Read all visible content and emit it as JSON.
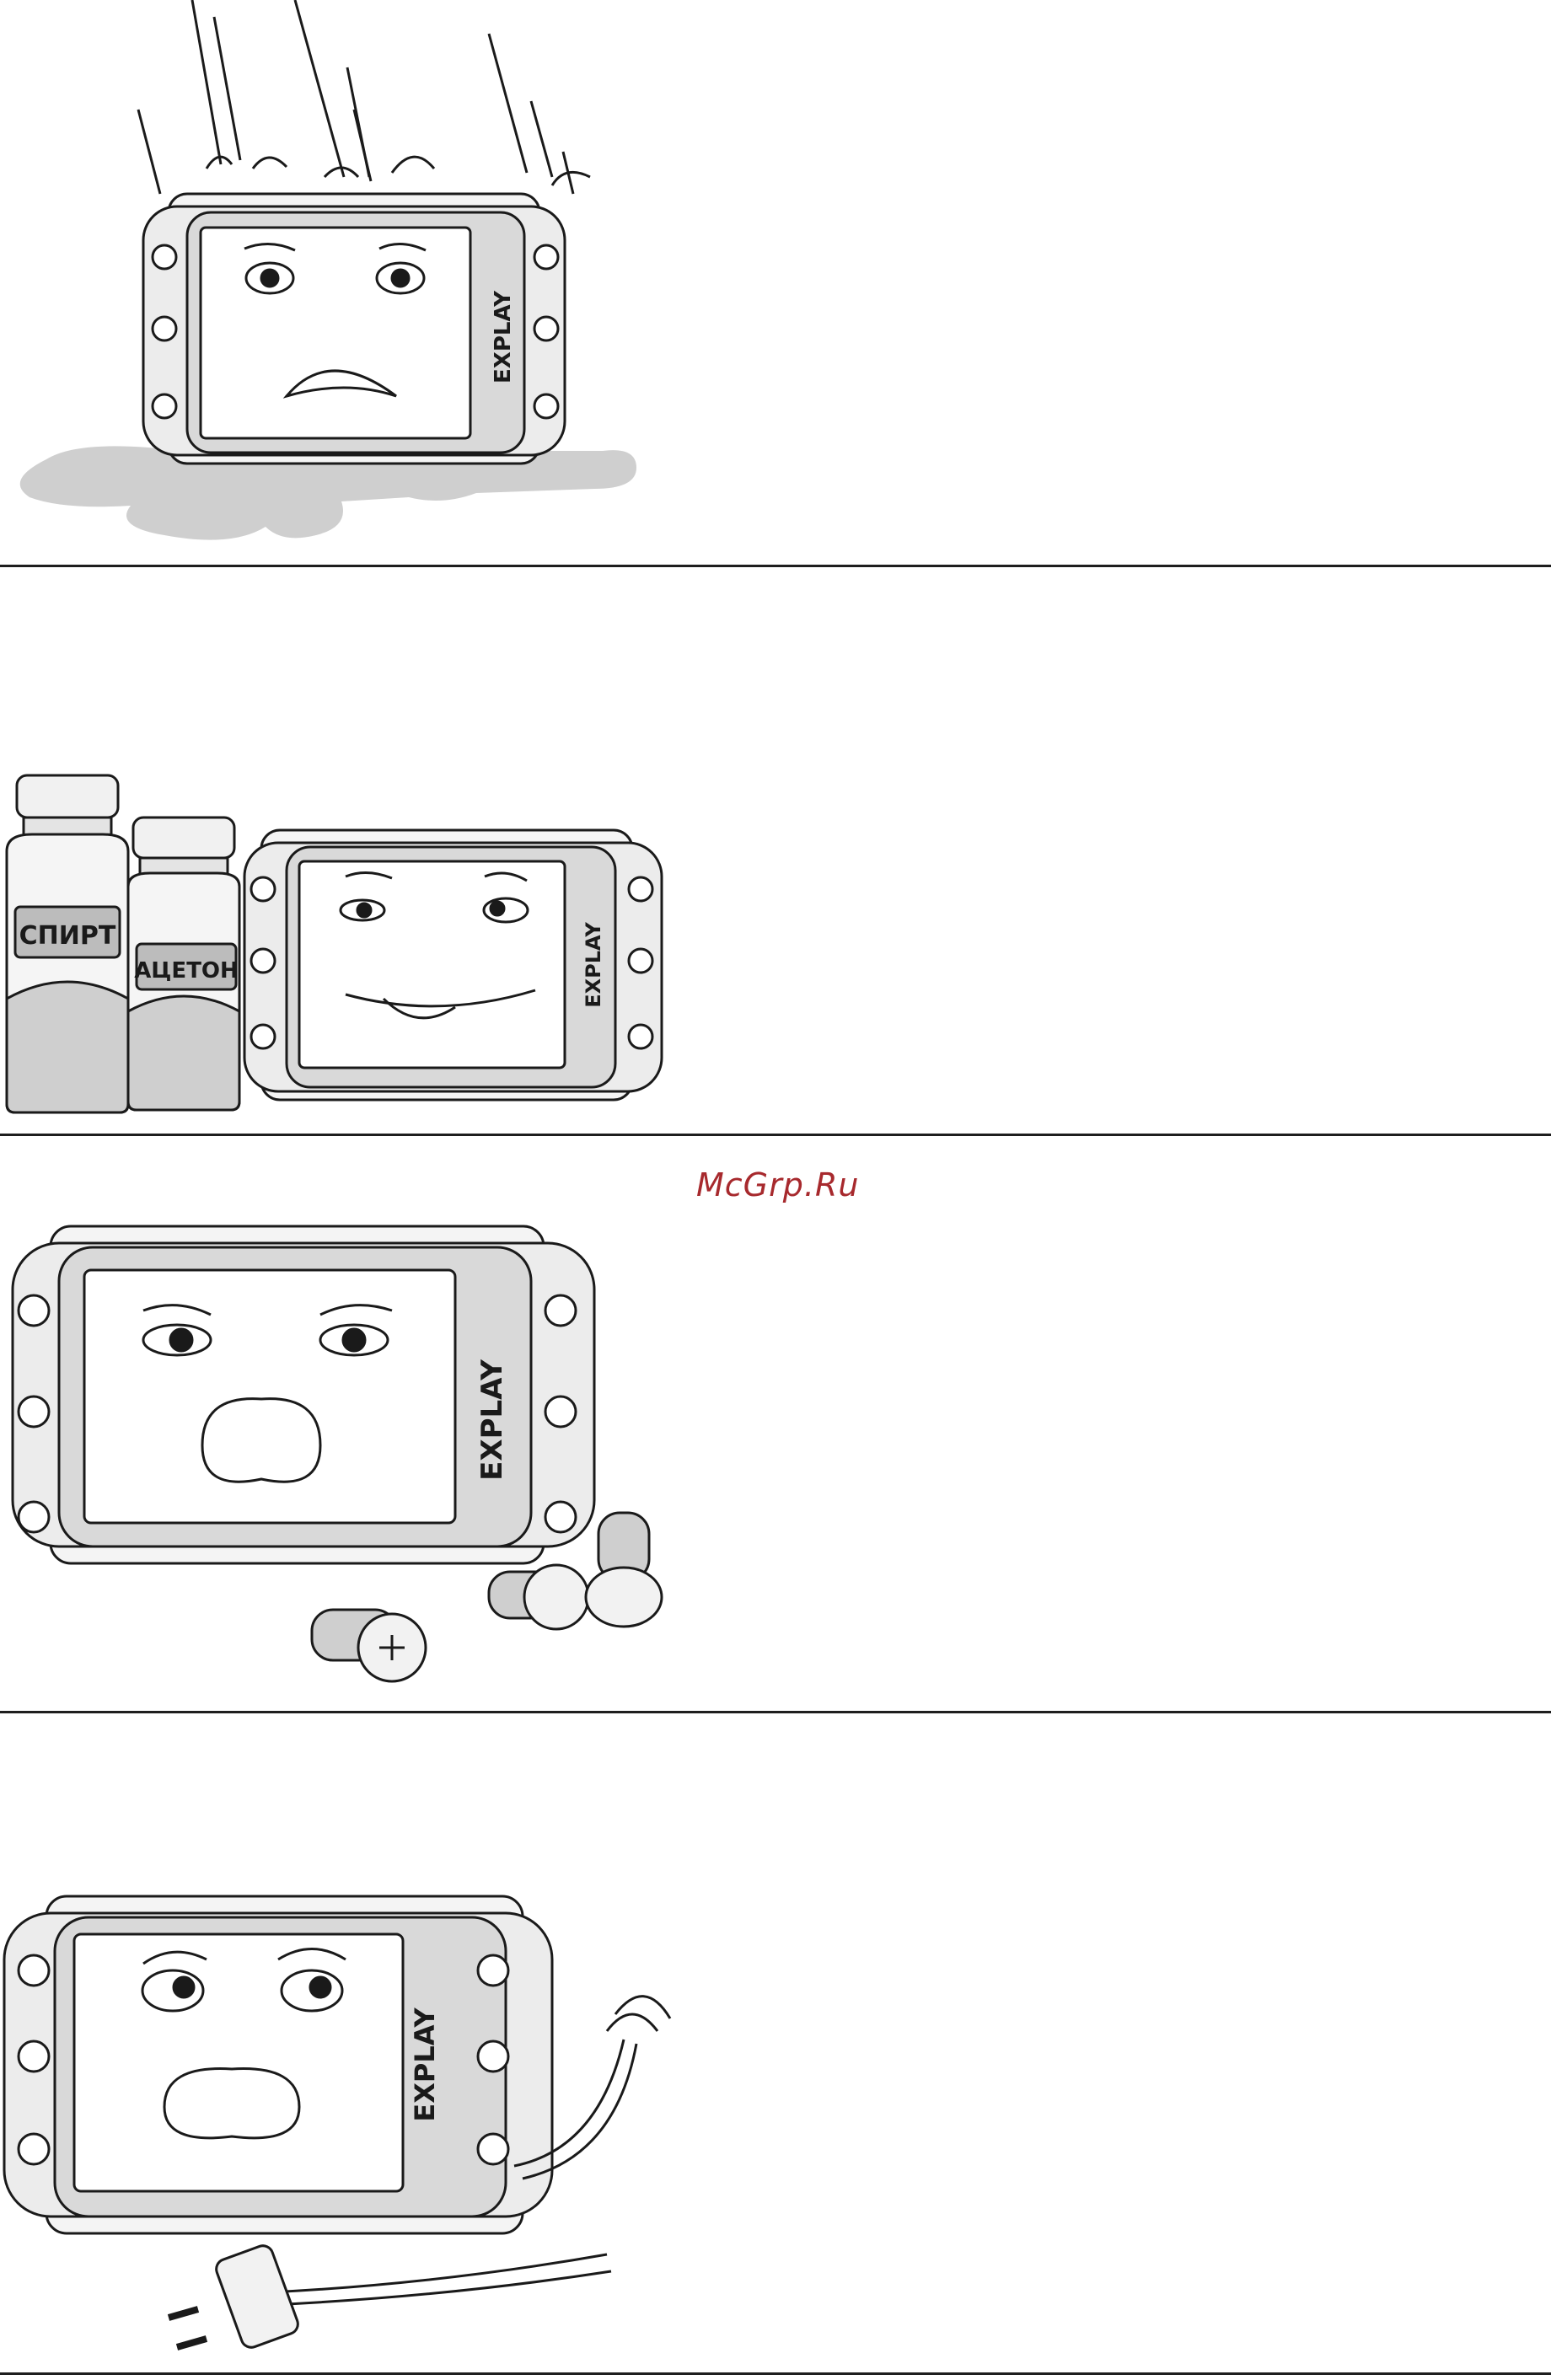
{
  "watermark": "McGrp.Ru",
  "device_brand": "EXPLAY",
  "bottles": {
    "left_label": "СПИРТ",
    "right_label": "АЦЕТОН"
  },
  "icons": [
    "rain-drops-icon",
    "puddle-icon",
    "bottle-icon",
    "screw-icon",
    "power-plug-icon",
    "cable-icon"
  ],
  "colors": {
    "line": "#1a1a1a",
    "body": "#ececec",
    "liquid": "#cfcfcf",
    "watermark": "#a7292d"
  }
}
